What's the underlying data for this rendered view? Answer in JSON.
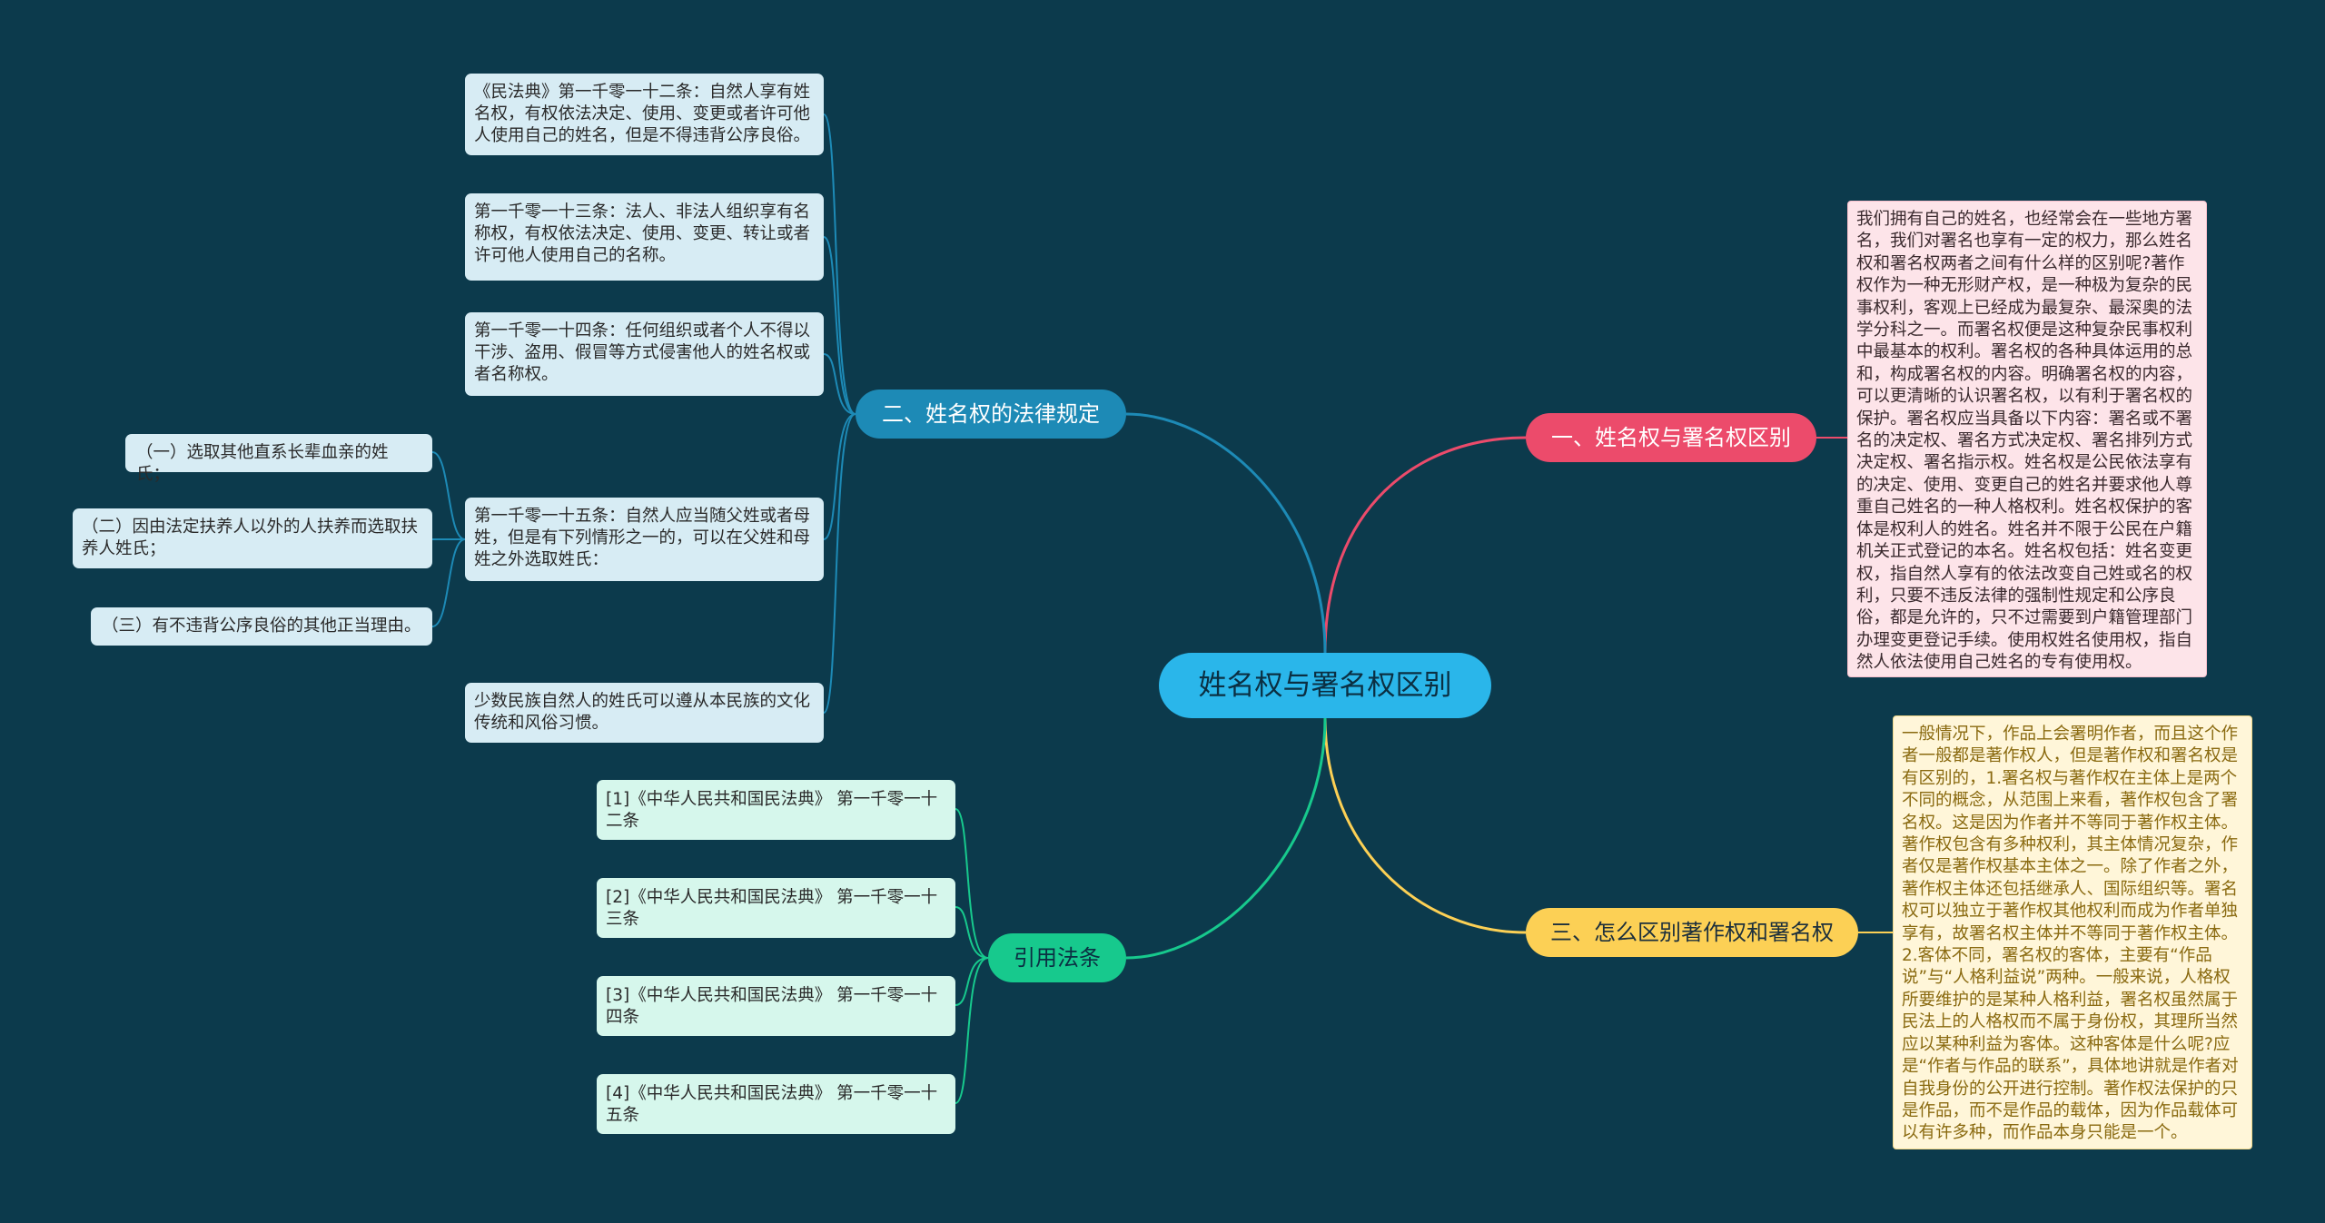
{
  "root": {
    "title": "姓名权与署名权区别"
  },
  "branches": {
    "b1": {
      "label": "一、姓名权与署名权区别"
    },
    "b2": {
      "label": "二、姓名权的法律规定"
    },
    "b3": {
      "label": "三、怎么区别著作权和署名权"
    },
    "b4": {
      "label": "引用法条"
    }
  },
  "b1_text": "我们拥有自己的姓名，也经常会在一些地方署名，我们对署名也享有一定的权力，那么姓名权和署名权两者之间有什么样的区别呢?著作权作为一种无形财产权，是一种极为复杂的民事权利，客观上已经成为最复杂、最深奥的法学分科之一。而署名权便是这种复杂民事权利中最基本的权利。署名权的各种具体运用的总和，构成署名权的内容。明确署名权的内容，可以更清晰的认识署名权，以有利于署名权的保护。署名权应当具备以下内容：署名或不署名的决定权、署名方式决定权、署名排列方式决定权、署名指示权。姓名权是公民依法享有的决定、使用、变更自己的姓名并要求他人尊重自己姓名的一种人格权利。姓名权保护的客体是权利人的姓名。姓名并不限于公民在户籍机关正式登记的本名。姓名权包括：姓名变更权，指自然人享有的依法改变自己姓或名的权利，只要不违反法律的强制性规定和公序良俗，都是允许的，只不过需要到户籍管理部门办理变更登记手续。使用权姓名使用权，指自然人依法使用自己姓名的专有使用权。",
  "b3_text": "一般情况下，作品上会署明作者，而且这个作者一般都是著作权人，但是著作权和署名权是有区别的，1.署名权与著作权在主体上是两个不同的概念，从范围上来看，著作权包含了署名权。这是因为作者并不等同于著作权主体。著作权包含有多种权利，其主体情况复杂，作者仅是著作权基本主体之一。除了作者之外，著作权主体还包括继承人、国际组织等。署名权可以独立于著作权其他权利而成为作者单独享有，故署名权主体并不等同于著作权主体。2.客体不同，署名权的客体，主要有“作品说”与“人格利益说”两种。一般来说，人格权所要维护的是某种人格利益，署名权虽然属于民法上的人格权而不属于身份权，其理所当然应以某种利益为客体。这种客体是什么呢?应是“作者与作品的联系”，具体地讲就是作者对自我身份的公开进行控制。著作权法保护的只是作品，而不是作品的载体，因为作品载体可以有许多种，而作品本身只能是一个。",
  "b2_leaves": [
    "《民法典》第一千零一十二条：自然人享有姓名权，有权依法决定、使用、变更或者许可他人使用自己的姓名，但是不得违背公序良俗。",
    "第一千零一十三条：法人、非法人组织享有名称权，有权依法决定、使用、变更、转让或者许可他人使用自己的名称。",
    "第一千零一十四条：任何组织或者个人不得以干涉、盗用、假冒等方式侵害他人的姓名权或者名称权。",
    "第一千零一十五条：自然人应当随父姓或者母姓，但是有下列情形之一的，可以在父姓和母姓之外选取姓氏：",
    "少数民族自然人的姓氏可以遵从本民族的文化传统和风俗习惯。"
  ],
  "b2_subleaves": [
    "（一）选取其他直系长辈血亲的姓氏；",
    "（二）因由法定扶养人以外的人扶养而选取扶养人姓氏；",
    "（三）有不违背公序良俗的其他正当理由。"
  ],
  "b4_leaves": [
    "[1]《中华人民共和国民法典》 第一千零一十二条",
    "[2]《中华人民共和国民法典》 第一千零一十三条",
    "[3]《中华人民共和国民法典》 第一千零一十四条",
    "[4]《中华人民共和国民法典》 第一千零一十五条"
  ],
  "colors": {
    "background": "#0c3a4c",
    "root": "#2ab6ea",
    "branch_red": "#ec4b6b",
    "branch_yellow": "#fcd055",
    "branch_blue": "#1d8ab6",
    "branch_green": "#17c98d"
  }
}
